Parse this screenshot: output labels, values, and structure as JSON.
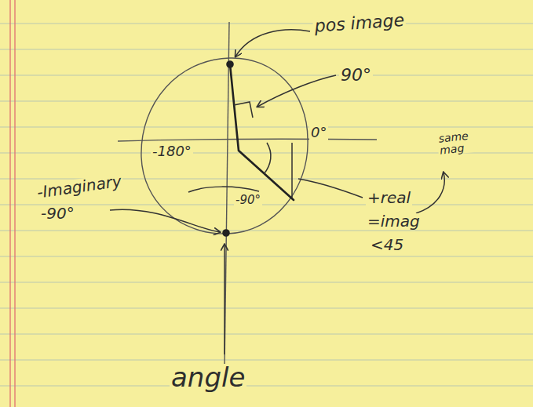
{
  "diagram": {
    "labels": [
      "pos image",
      "90°",
      "0°",
      "-180°",
      "-90°",
      "-Imaginary",
      "-90°",
      "+real",
      "=imag",
      "<45",
      "same mag",
      "angle"
    ]
  }
}
